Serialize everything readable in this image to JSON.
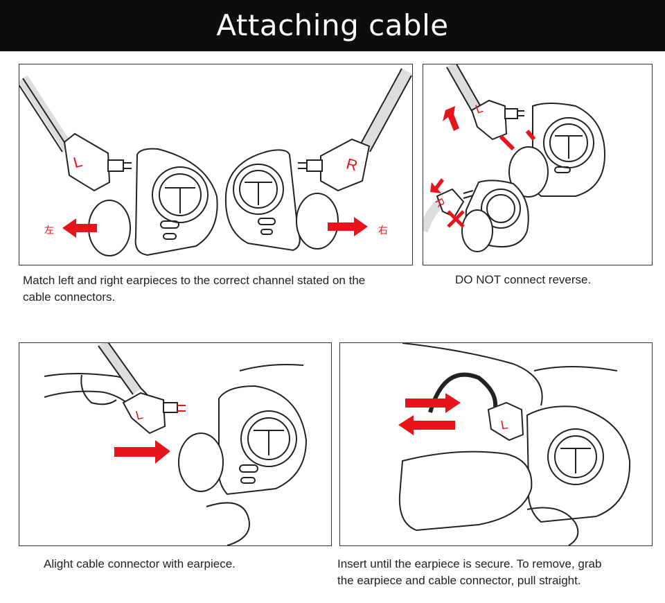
{
  "header": {
    "title": "Attaching cable"
  },
  "steps": [
    {
      "marks": {
        "left": "L",
        "right": "R",
        "left_cn": "左",
        "right_cn": "右"
      },
      "caption_line1": "Match left and right earpieces to the correct channel stated on the",
      "caption_line2": "cable connectors."
    },
    {
      "marks": {
        "top": "L",
        "bottom": "R"
      },
      "caption_line1": "DO NOT connect reverse."
    },
    {
      "marks": {
        "left": "L"
      },
      "caption_line1": "Alight cable connector with earpiece."
    },
    {
      "marks": {
        "left": "L"
      },
      "caption_line1": "Insert until the earpiece is secure. To remove, grab",
      "caption_line2": "the earpiece and cable connector, pull straight."
    }
  ],
  "colors": {
    "arrow": "#e8141b",
    "banner": "#0d0d0d",
    "outline": "#222222"
  }
}
